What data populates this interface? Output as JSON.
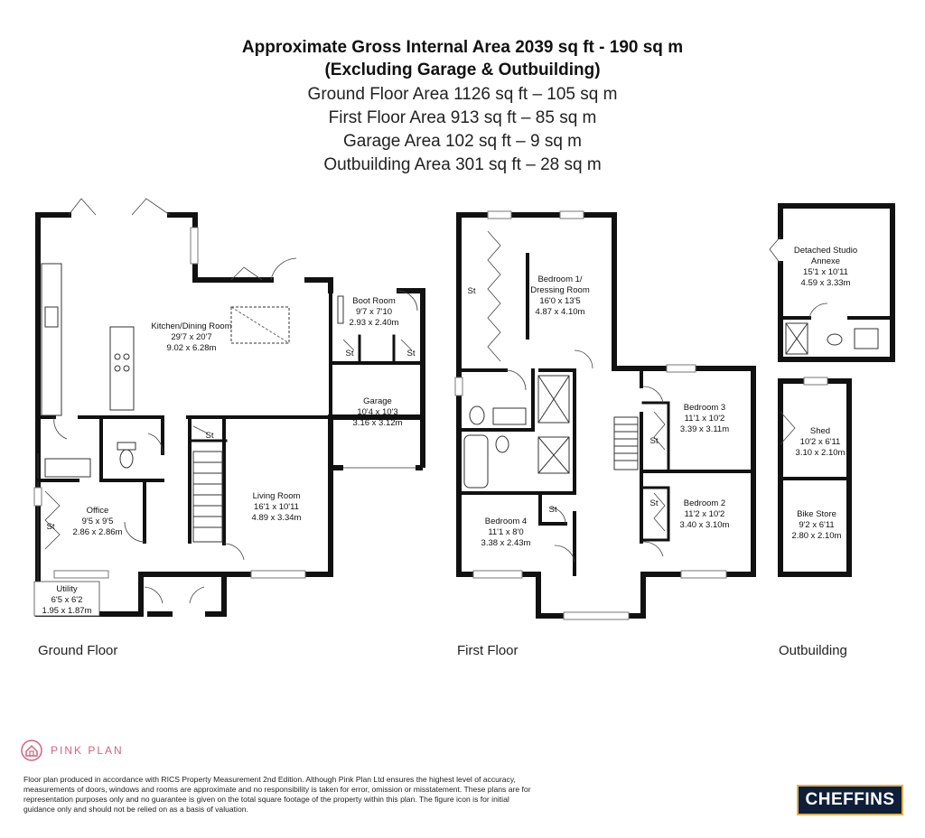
{
  "header": {
    "line1": "Approximate Gross Internal Area 2039 sq ft - 190 sq m",
    "line2": "(Excluding Garage & Outbuilding)",
    "line3": "Ground Floor Area 1126 sq ft – 105 sq m",
    "line4": "First Floor Area 913 sq ft – 85 sq m",
    "line5": "Garage Area 102 sq ft – 9 sq m",
    "line6": "Outbuilding Area 301 sq ft – 28 sq m"
  },
  "floors": {
    "ground": "Ground Floor",
    "first": "First Floor",
    "outbuilding": "Outbuilding"
  },
  "rooms": {
    "kitchen": {
      "name": "Kitchen/Dining Room",
      "imperial": "29'7 x 20'7",
      "metric": "9.02 x 6.28m"
    },
    "boot": {
      "name": "Boot Room",
      "imperial": "9'7 x 7'10",
      "metric": "2.93 x 2.40m"
    },
    "garage": {
      "name": "Garage",
      "imperial": "10'4 x 10'3",
      "metric": "3.16 x 3.12m"
    },
    "living": {
      "name": "Living Room",
      "imperial": "16'1 x 10'11",
      "metric": "4.89 x 3.34m"
    },
    "office": {
      "name": "Office",
      "imperial": "9'5 x 9'5",
      "metric": "2.86 x 2.86m"
    },
    "utility": {
      "name": "Utility",
      "imperial": "6'5 x 6'2",
      "metric": "1.95 x 1.87m"
    },
    "bed1": {
      "name1": "Bedroom 1/",
      "name2": "Dressing Room",
      "imperial": "16'0 x 13'5",
      "metric": "4.87 x 4.10m"
    },
    "bed3": {
      "name": "Bedroom 3",
      "imperial": "11'1 x 10'2",
      "metric": "3.39 x 3.11m"
    },
    "bed2": {
      "name": "Bedroom 2",
      "imperial": "11'2 x 10'2",
      "metric": "3.40 x 3.10m"
    },
    "bed4": {
      "name": "Bedroom 4",
      "imperial": "11'1 x 8'0",
      "metric": "3.38 x 2.43m"
    },
    "studio": {
      "name1": "Detached Studio",
      "name2": "Annexe",
      "imperial": "15'1 x 10'11",
      "metric": "4.59 x 3.33m"
    },
    "shed": {
      "name": "Shed",
      "imperial": "10'2 x 6'11",
      "metric": "3.10 x 2.10m"
    },
    "bike": {
      "name": "Bike Store",
      "imperial": "9'2 x 6'11",
      "metric": "2.80 x 2.10m"
    }
  },
  "storage_label": "St",
  "brand": {
    "name": "PINK PLAN",
    "color": "#d9607a"
  },
  "agent": {
    "name": "CHEFFINS"
  },
  "disclaimer": "Floor plan produced in accordance with RICS Property Measurement 2nd Edition. Although Pink Plan Ltd ensures the highest level of accuracy, measurements of doors, windows and rooms are approximate and no responsibility is taken for error, omission or misstatement. These plans are for representation purposes only and no guarantee is given on the total square footage of the property within this plan. The figure icon is for initial guidance only and should not be relied on as a basis of valuation."
}
